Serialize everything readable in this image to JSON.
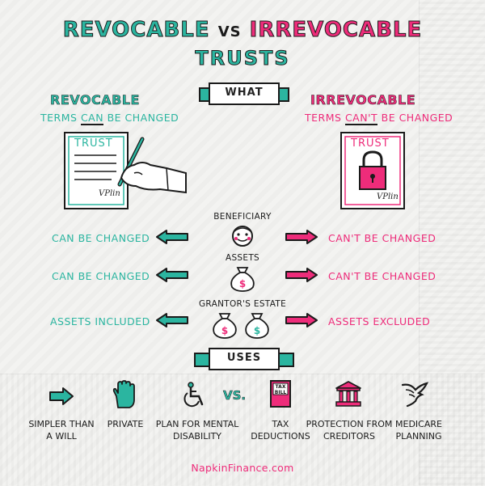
{
  "title": {
    "left": "REVOCABLE",
    "vs": "VS",
    "right": "IRREVOCABLE"
  },
  "subtitle": "TRUSTS",
  "what_banner": "WHAT",
  "uses_banner": "USES",
  "revocable": {
    "heading": "REVOCABLE",
    "terms_before": "TERMS",
    "terms_underlined": "CAN",
    "terms_after": "BE CHANGED",
    "doc_title": "TRUST",
    "signature": "VPlin"
  },
  "irrevocable": {
    "heading": "IRREVOCABLE",
    "terms_before": "TERMS",
    "terms_underlined": "CAN'T",
    "terms_after": "BE CHANGED",
    "doc_title": "TRUST",
    "signature": "VPlin"
  },
  "rows": [
    {
      "label": "BENEFICIARY",
      "left": "CAN BE CHANGED",
      "right": "CAN'T BE CHANGED"
    },
    {
      "label": "ASSETS",
      "left": "CAN BE CHANGED",
      "right": "CAN'T BE CHANGED"
    },
    {
      "label": "GRANTOR'S ESTATE",
      "left": "ASSETS INCLUDED",
      "right": "ASSETS EXCLUDED"
    }
  ],
  "uses_vs": "VS.",
  "uses": [
    {
      "line1": "SIMPLER THAN",
      "line2": "A WILL",
      "icon": "arrow-right-icon"
    },
    {
      "line1": "PRIVATE",
      "line2": "",
      "icon": "hand-stop-icon"
    },
    {
      "line1": "PLAN FOR MENTAL",
      "line2": "DISABILITY",
      "icon": "wheelchair-icon"
    },
    {
      "line1": "TAX",
      "line2": "DEDUCTIONS",
      "icon": "tax-bill-icon"
    },
    {
      "line1": "PROTECTION FROM",
      "line2": "CREDITORS",
      "icon": "courthouse-icon"
    },
    {
      "line1": "MEDICARE",
      "line2": "PLANNING",
      "icon": "medical-eagle-icon"
    }
  ],
  "tax_bill_text": {
    "line1": "TAX",
    "line2": "BILL"
  },
  "footer": "NapkinFinance.com",
  "colors": {
    "teal": "#2bb5a0",
    "pink": "#ee2c7a",
    "ink": "#1b1b1b"
  }
}
